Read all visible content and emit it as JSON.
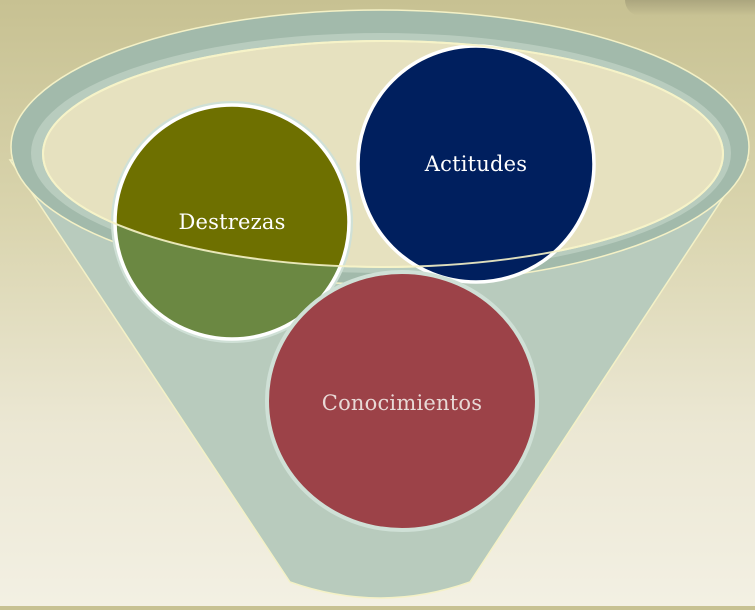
{
  "diagram": {
    "items": [
      {
        "id": "destrezas",
        "label": "Destrezas",
        "color": "#6e7000"
      },
      {
        "id": "actitudes",
        "label": "Actitudes",
        "color": "#001f5e"
      },
      {
        "id": "conocimientos",
        "label": "Conocimientos",
        "color": "#9c4248"
      }
    ],
    "colors": {
      "funnel": "#b9ccbf",
      "funnel_rim": "#9fb8a9",
      "inner_opening": "#e6e1bf",
      "outline": "#f6f3c8"
    }
  }
}
